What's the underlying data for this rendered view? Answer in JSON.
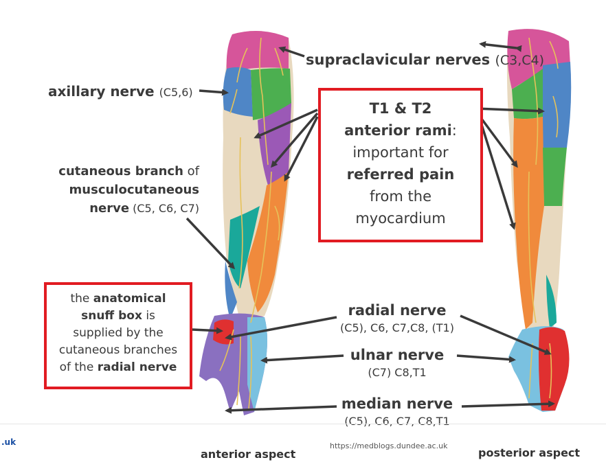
{
  "labels": {
    "supraclavicular": {
      "name": "supraclavicular nerves",
      "roots": "(C3,C4)"
    },
    "axillary": {
      "name": "axillary nerve",
      "roots": "(C5,6)"
    },
    "musculocutaneous": {
      "line1_bold": "cutaneous branch",
      "line1_rest": " of",
      "line2_bold": "musculocutaneous",
      "line3_bold": "nerve",
      "line3_roots": " (C5, C6, C7)"
    },
    "radial": {
      "name": "radial nerve",
      "roots": "(C5), C6, C7,C8, (T1)"
    },
    "ulnar": {
      "name": "ulnar nerve",
      "roots": "(C7) C8,T1"
    },
    "median": {
      "name": "median nerve",
      "roots": "(C5), C6, C7, C8,T1"
    }
  },
  "callout_t1t2": {
    "line1": "T1 & T2",
    "line2_bold": "anterior rami",
    "line2_rest": ":",
    "line3": "important for",
    "line4": "referred pain",
    "line5": "from the",
    "line6": "myocardium"
  },
  "callout_snuffbox": {
    "l1_pre": "the ",
    "l1_bold": "anatomical",
    "l2_bold": "snuff box",
    "l2_rest": " is",
    "l3": "supplied by the",
    "l4": "cutaneous branches",
    "l5_pre": "of the ",
    "l5_bold": "radial nerve"
  },
  "footer": {
    "left_fragment": ".uk",
    "url": "https://medblogs.dundee.ac.uk",
    "anterior": "anterior aspect",
    "posterior": "posterior aspect"
  },
  "colors": {
    "supraclavicular": "#d6559a",
    "axillary": "#4f86c6",
    "t2": "#4caf50",
    "t1": "#9b59b6",
    "musculocutaneous": "#f08a3c",
    "radial": "#e03030",
    "ulnar": "#7ac1e0",
    "median": "#8a70c0",
    "beige": "#e8d9bf",
    "teal": "#1aa89a",
    "nerve_line": "#e6c25a",
    "callout_border": "#e11b22"
  }
}
